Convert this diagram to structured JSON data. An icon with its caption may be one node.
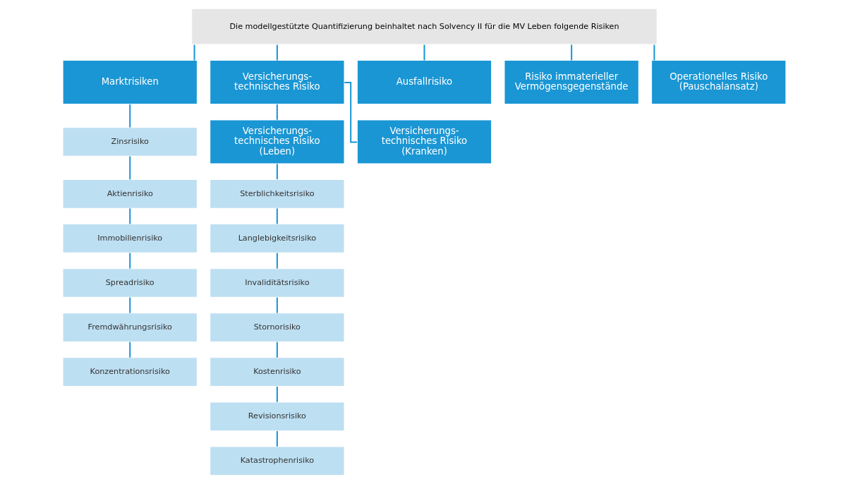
{
  "diagram": {
    "nodes": [
      {
        "text": [
          "Die modellgestützte Quantifizierung beinhaltet nach Solvency II für die MV Leben folgende Risiken"
        ]
      },
      {
        "text": [
          "Marktrisiken"
        ]
      },
      {
        "text": [
          "Versicherungs- technisches Risiko"
        ]
      },
      {
        "text": [
          "Ausfallrisiko"
        ]
      },
      {
        "text": [
          "Risiko immaterieller Vermögensgegenstände"
        ]
      },
      {
        "text": [
          "Operationelles Risiko (Pauschalansatz)"
        ]
      },
      {
        "text": [
          "Zinsrisiko"
        ]
      },
      {
        "text": [
          "Aktienrisiko"
        ]
      },
      {
        "text": [
          "Immobilienrisiko"
        ]
      },
      {
        "text": [
          "Spreadrisiko"
        ]
      },
      {
        "text": [
          "Fremdwährungsrisiko"
        ]
      },
      {
        "text": [
          "Konzentrationsrisiko"
        ]
      },
      {
        "text": [
          "Versicherungs- technisches Risiko (Leben)"
        ]
      },
      {
        "text": [
          "Versicherungs- technisches Risiko (Kranken)"
        ]
      },
      {
        "text": [
          "Sterblichkeitsrisiko"
        ]
      },
      {
        "text": [
          "Langlebigkeitsrisiko"
        ]
      },
      {
        "text": [
          "Invaliditätsrisiko"
        ]
      },
      {
        "text": [
          "Stornorisiko"
        ]
      },
      {
        "text": [
          "Kostenrisiko"
        ]
      },
      {
        "text": [
          "Revisionsrisiko"
        ]
      },
      {
        "text": [
          "Katastrophenrisiko"
        ]
      }
    ],
    "edges": [
      {
        "from": 0,
        "to": 1,
        "arrow": "none"
      },
      {
        "from": 0,
        "to": 2,
        "arrow": "none"
      },
      {
        "from": 0,
        "to": 3,
        "arrow": "none"
      },
      {
        "from": 0,
        "to": 4,
        "arrow": "none"
      },
      {
        "from": 0,
        "to": 5,
        "arrow": "none"
      },
      {
        "from": 1,
        "to": 6,
        "arrow": "none"
      },
      {
        "from": 6,
        "to": 7,
        "arrow": "none"
      },
      {
        "from": 7,
        "to": 8,
        "arrow": "none"
      },
      {
        "from": 8,
        "to": 9,
        "arrow": "none"
      },
      {
        "from": 9,
        "to": 10,
        "arrow": "none"
      },
      {
        "from": 10,
        "to": 11,
        "arrow": "none"
      },
      {
        "from": 2,
        "to": 12,
        "arrow": "none"
      },
      {
        "from": 2,
        "to": 13,
        "arrow": "none"
      },
      {
        "from": 12,
        "to": 14,
        "arrow": "none"
      },
      {
        "from": 14,
        "to": 15,
        "arrow": "none"
      },
      {
        "from": 15,
        "to": 16,
        "arrow": "none"
      },
      {
        "from": 16,
        "to": 17,
        "arrow": "none"
      },
      {
        "from": 17,
        "to": 18,
        "arrow": "none"
      },
      {
        "from": 18,
        "to": 19,
        "arrow": "none"
      },
      {
        "from": 19,
        "to": 20,
        "arrow": "none"
      }
    ]
  }
}
